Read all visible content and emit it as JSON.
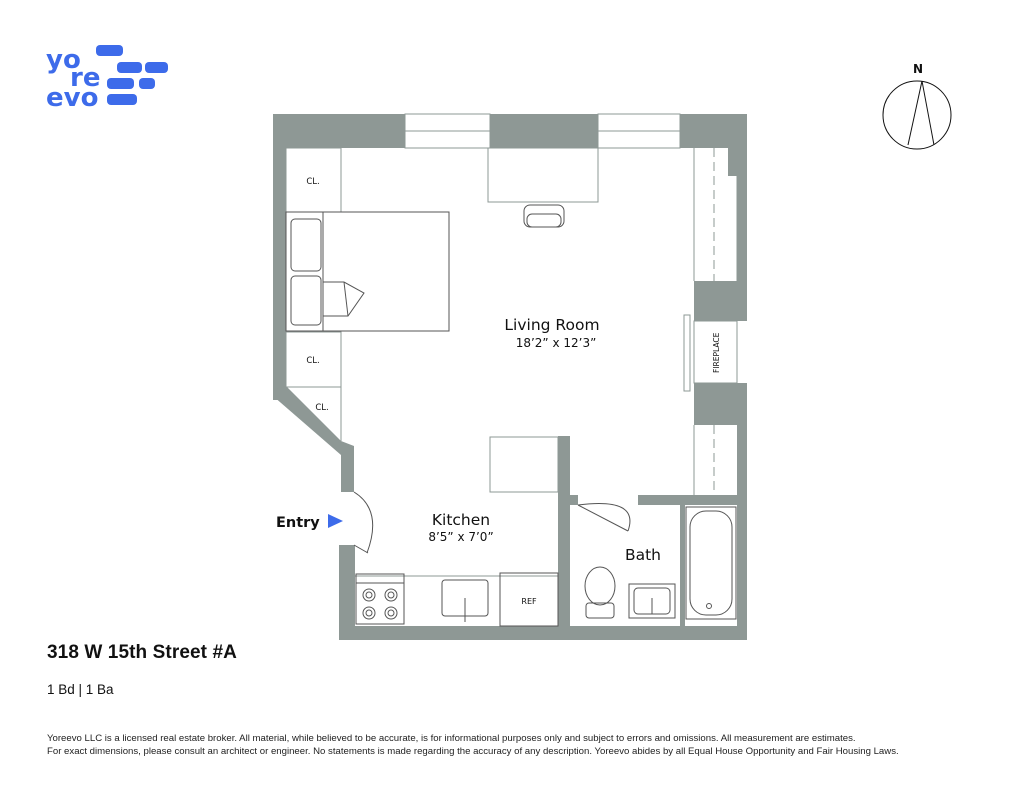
{
  "brand": {
    "logo_lines": [
      "yo",
      "re",
      "evo"
    ],
    "color": "#3D6BEA"
  },
  "compass": {
    "label": "N"
  },
  "plan": {
    "wall_color": "#8E9895",
    "rooms": {
      "living": {
        "name": "Living Room",
        "dims": "18’2” x 12’3”"
      },
      "kitchen": {
        "name": "Kitchen",
        "dims": "8’5” x 7’0”"
      },
      "bath": {
        "name": "Bath"
      }
    },
    "labels": {
      "closet": "CL.",
      "fireplace": "FIREPLACE",
      "ref": "REF",
      "entry": "Entry"
    }
  },
  "listing": {
    "address": "318 W 15th Street #A",
    "beds_baths": "1 Bd | 1 Ba"
  },
  "disclaimer": {
    "line1": "Yoreevo LLC is a licensed real estate broker. All material, while believed to be accurate, is for informational purposes only and subject to errors and omissions. All measurement are estimates.",
    "line2": "For exact dimensions, please consult an architect or engineer. No statements is made regarding the accuracy of any description. Yoreevo abides by all Equal House Opportunity and Fair Housing Laws."
  }
}
